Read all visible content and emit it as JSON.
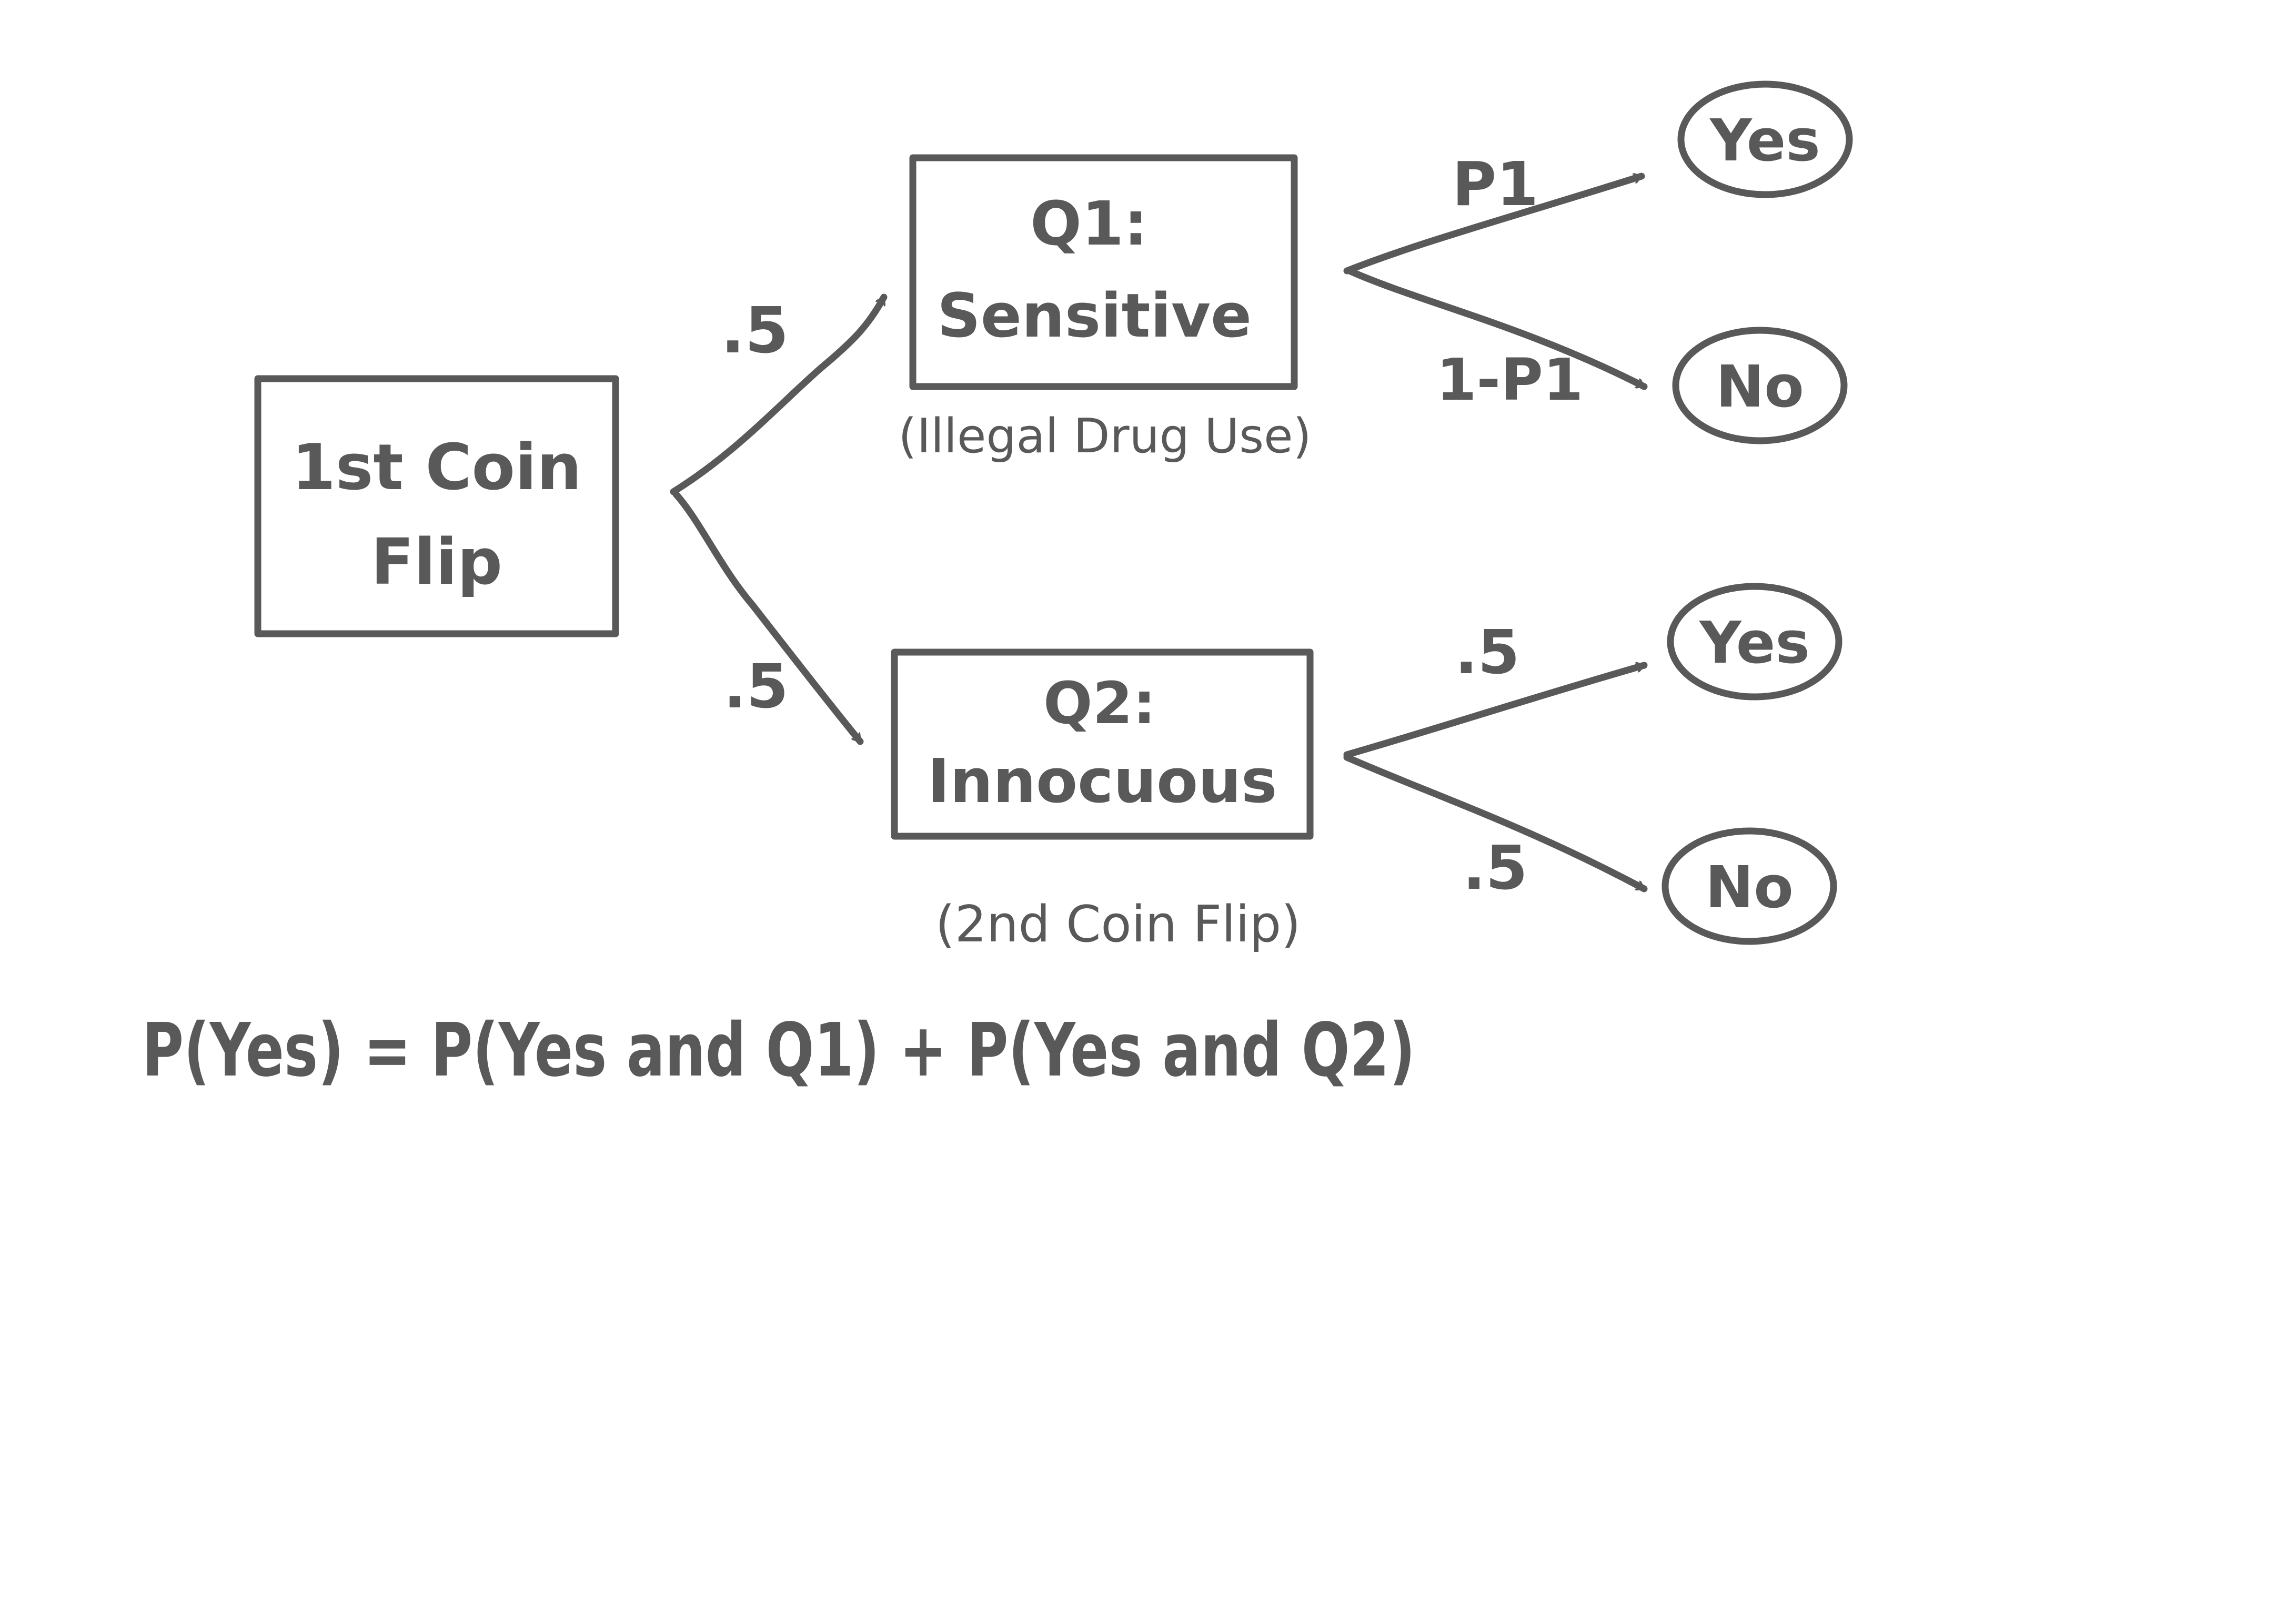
{
  "nodes": {
    "first_flip": {
      "line1": "1st Coin",
      "line2": "Flip"
    },
    "q1": {
      "title": "Q1:",
      "label": "Sensitive",
      "note": "(Illegal Drug Use)"
    },
    "q2": {
      "title": "Q2:",
      "label": "Innocuous",
      "note": "(2nd Coin Flip)"
    },
    "q1_yes": {
      "label": "Yes"
    },
    "q1_no": {
      "label": "No"
    },
    "q2_yes": {
      "label": "Yes"
    },
    "q2_no": {
      "label": "No"
    }
  },
  "edges": {
    "flip_to_q1": ".5",
    "flip_to_q2": ".5",
    "q1_to_yes": "P1",
    "q1_to_no": "1-P1",
    "q2_to_yes": ".5",
    "q2_to_no": ".5"
  },
  "formula": "P(Yes) = P(Yes and Q1) + P(Yes and Q2)",
  "colors": {
    "ink": "#595959",
    "background": "#ffffff"
  }
}
